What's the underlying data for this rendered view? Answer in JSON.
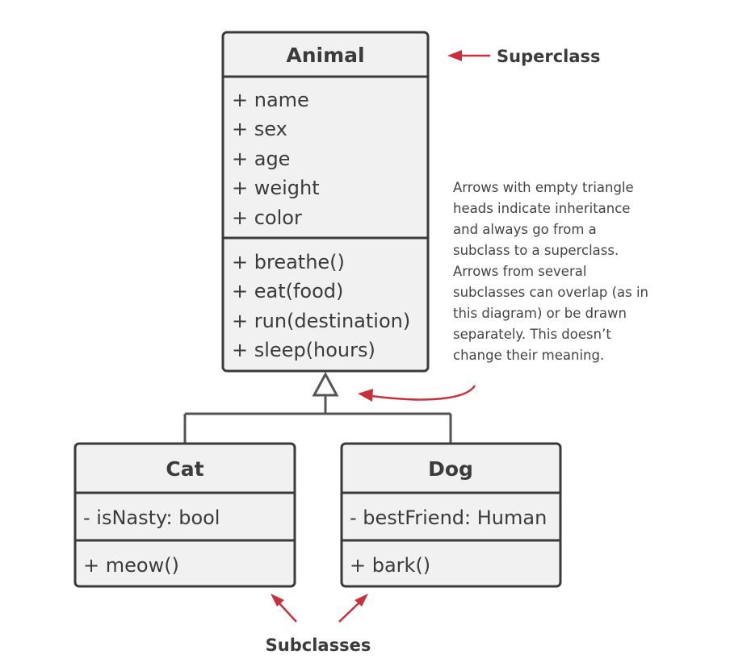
{
  "classes": {
    "animal": {
      "name": "Animal",
      "attributes": [
        "+ name",
        "+ sex",
        "+ age",
        "+ weight",
        "+ color"
      ],
      "methods": [
        "+ breathe()",
        "+ eat(food)",
        "+ run(destination)",
        "+ sleep(hours)"
      ]
    },
    "cat": {
      "name": "Cat",
      "attributes": [
        "- isNasty: bool"
      ],
      "methods": [
        "+ meow()"
      ]
    },
    "dog": {
      "name": "Dog",
      "attributes": [
        "- bestFriend: Human"
      ],
      "methods": [
        "+ bark()"
      ]
    }
  },
  "labels": {
    "superclass": "Superclass",
    "subclasses": "Subclasses"
  },
  "note": {
    "lines": [
      "Arrows with empty triangle",
      "heads indicate inheritance",
      "and always go from a",
      "subclass to a superclass.",
      "Arrows from several",
      "subclasses can overlap (as in",
      "this diagram) or be drawn",
      "separately. This doesn’t",
      "change their meaning."
    ]
  },
  "colors": {
    "box_fill": "#f1f1f1",
    "outline": "#3a3a3a",
    "annotation_arrow": "#c8313c"
  }
}
